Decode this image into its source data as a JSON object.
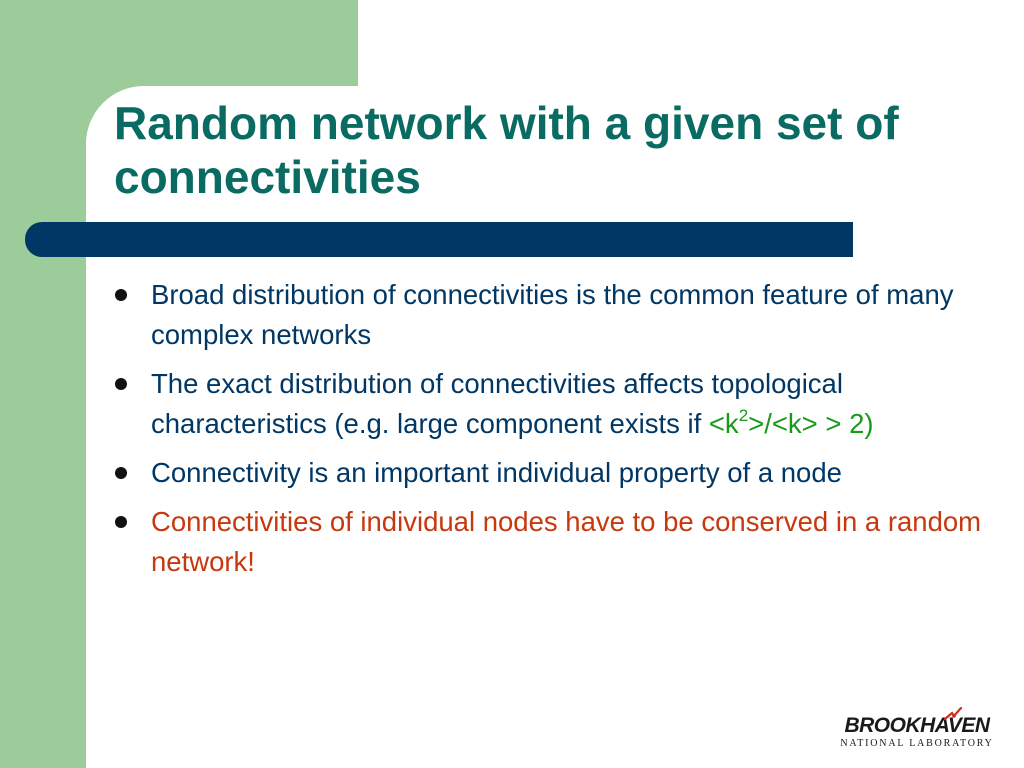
{
  "slide": {
    "title": "Random network with a given set of connectivities",
    "bullets": [
      {
        "text": "Broad distribution of connectivities is the common feature of many complex networks"
      },
      {
        "text_before": "The exact distribution of connectivities affects topological characteristics (e.g. large component exists if ",
        "formula_prefix": "<k",
        "formula_exponent": "2",
        "formula_suffix": ">/<k> > 2)"
      },
      {
        "text": "Connectivity is an important individual property of a node"
      },
      {
        "text": "Connectivities of individual nodes have to be conserved in a random network!"
      }
    ]
  },
  "logo": {
    "name": "BROOKHAVEN",
    "subtitle": "NATIONAL LABORATORY"
  },
  "colors": {
    "green_band": "#9ccc9a",
    "title": "#0a6b63",
    "navy_bar": "#003764",
    "body_text": "#003764",
    "formula": "#1a9a1a",
    "warning": "#c8380e"
  }
}
